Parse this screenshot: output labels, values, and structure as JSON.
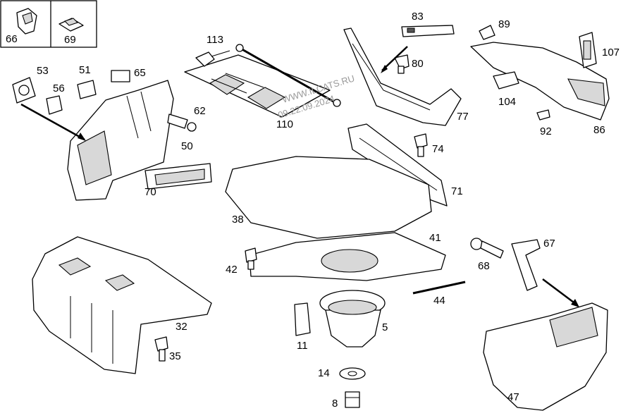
{
  "watermark": {
    "line1": "WWW.ILCATS.RU",
    "line2": "09.22.09.2024"
  },
  "inset_labels": [
    "66",
    "69"
  ],
  "callouts": {
    "p113": "113",
    "p110": "110",
    "p83": "83",
    "p80": "80",
    "p77": "77",
    "p89": "89",
    "p107": "107",
    "p104": "104",
    "p92": "92",
    "p86": "86",
    "p53": "53",
    "p51": "51",
    "p65": "65",
    "p56": "56",
    "p62": "62",
    "p50": "50",
    "p70": "70",
    "p74": "74",
    "p71": "71",
    "p38": "38",
    "p41": "41",
    "p42": "42",
    "p44": "44",
    "p68": "68",
    "p67": "67",
    "p32": "32",
    "p35": "35",
    "p11": "11",
    "p5": "5",
    "p14": "14",
    "p8": "8",
    "p47": "47"
  }
}
